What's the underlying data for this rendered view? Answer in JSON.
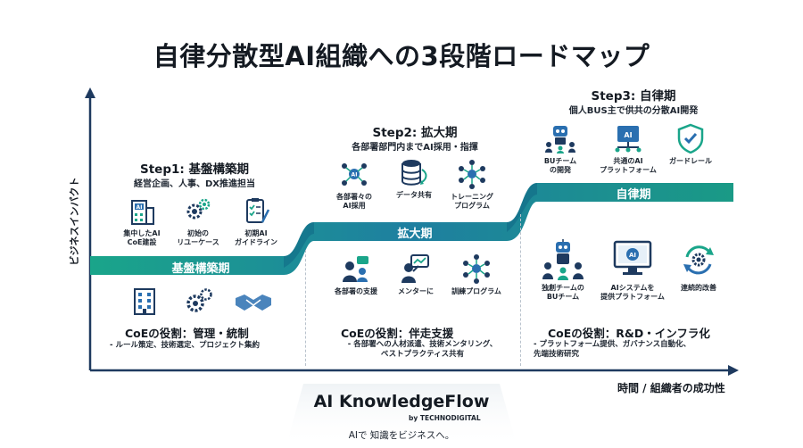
{
  "title": "自律分散型AI組織への3段階ロードマップ",
  "axes": {
    "x_label": "時間 / 組織者の成功性",
    "y_label": "ビジネスインパクト"
  },
  "steps": [
    {
      "title": "Step1: 基盤構築期",
      "subtitle": "経営企画、人事、DX推進担当",
      "band_label": "基盤構築期",
      "icons": [
        {
          "icon": "building-ai-icon",
          "label": "集中したAI\nCoE建設"
        },
        {
          "icon": "gears-icon",
          "label": "初始の\nリユーケース"
        },
        {
          "icon": "checklist-icon",
          "label": "初期AI\nガイドライン"
        }
      ],
      "role_icons": [
        "office-building-icon",
        "gears-icon",
        "handshake-icon"
      ],
      "role_title": "CoEの役割：管理・統制",
      "role_desc": "- ルール策定、技術選定、プロジェクト集約"
    },
    {
      "title": "Step2: 拡大期",
      "subtitle": "各部署部門内までAI採用・指揮",
      "band_label": "拡大期",
      "icons": [
        {
          "icon": "team-network-icon",
          "label": "各部署々の\nAI採用"
        },
        {
          "icon": "database-icon",
          "label": "データ共有"
        },
        {
          "icon": "network-hub-icon",
          "label": "トレーニング\nプログラム"
        }
      ],
      "role_icons": [
        {
          "icon": "support-team-icon",
          "label": "各部署の支援"
        },
        {
          "icon": "mentor-icon",
          "label": "メンターに"
        },
        {
          "icon": "training-network-icon",
          "label": "訓練プログラム"
        }
      ],
      "role_title": "CoEの役割：伴走支援",
      "role_desc": "- 各部署への人材派遣、技術メンタリング、\nベストプラクティス共有"
    },
    {
      "title": "Step3: 自律期",
      "subtitle": "個人BUS主で供共の分散AI開発",
      "band_label": "自律期",
      "icons": [
        {
          "icon": "robot-team-icon",
          "label": "BUチーム\nの開発"
        },
        {
          "icon": "ai-platform-icon",
          "label": "共通のAI\nプラットフォーム"
        },
        {
          "icon": "shield-check-icon",
          "label": "ガードレール"
        }
      ],
      "role_icons": [
        {
          "icon": "robot-people-icon",
          "label": "独創チームの\nBUチーム"
        },
        {
          "icon": "ai-monitor-icon",
          "label": "AIシステムを\n提供プラトフォーム"
        },
        {
          "icon": "cycle-gear-icon",
          "label": "連続的改善"
        }
      ],
      "role_title": "CoEの役割：R&D・インフラ化",
      "role_desc": "- プラットフォーム提供、ガバナンス自動化、\n先端技術研究"
    }
  ],
  "brand": {
    "name": "AI KnowledgeFlow",
    "by": "by TECHNODIGITAL",
    "tagline": "AIで 知識をビジネスへ。"
  },
  "colors": {
    "navy": "#1e3a5f",
    "teal": "#1aa58a",
    "blue": "#2a6fb0",
    "ink": "#141a22"
  }
}
